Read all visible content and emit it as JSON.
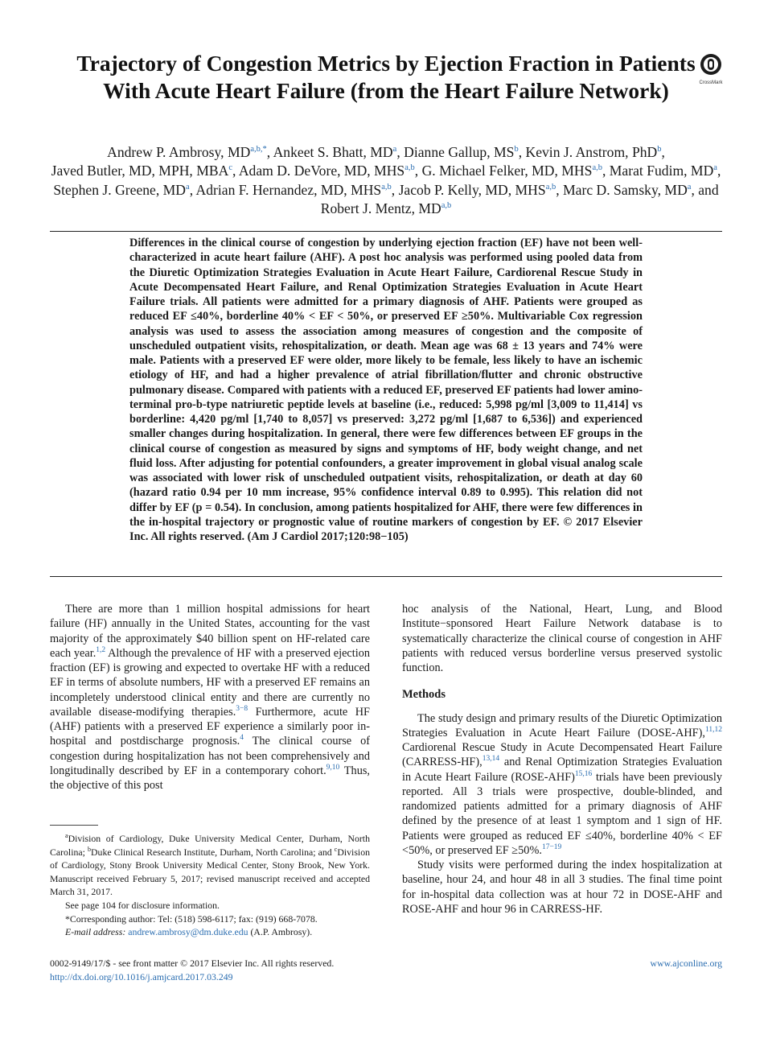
{
  "title": "Trajectory of Congestion Metrics by Ejection Fraction in Patients With Acute Heart Failure (from the Heart Failure Network)",
  "crossmark_label": "CrossMark",
  "authors": [
    {
      "name": "Andrew P. Ambrosy, MD",
      "aff": "a,b,*"
    },
    {
      "name": "Ankeet S. Bhatt, MD",
      "aff": "a"
    },
    {
      "name": "Dianne Gallup, MS",
      "aff": "b"
    },
    {
      "name": "Kevin J. Anstrom, PhD",
      "aff": "b"
    },
    {
      "name": "Javed Butler, MD, MPH, MBA",
      "aff": "c"
    },
    {
      "name": "Adam D. DeVore, MD, MHS",
      "aff": "a,b"
    },
    {
      "name": "G. Michael Felker, MD, MHS",
      "aff": "a,b"
    },
    {
      "name": "Marat Fudim, MD",
      "aff": "a"
    },
    {
      "name": "Stephen J. Greene, MD",
      "aff": "a"
    },
    {
      "name": "Adrian F. Hernandez, MD, MHS",
      "aff": "a,b"
    },
    {
      "name": "Jacob P. Kelly, MD, MHS",
      "aff": "a,b"
    },
    {
      "name": "Marc D. Samsky, MD",
      "aff": "a"
    },
    {
      "name": "Robert J. Mentz, MD",
      "aff": "a,b"
    }
  ],
  "author_sep": ", ",
  "author_and": ", and ",
  "abstract": "Differences in the clinical course of congestion by underlying ejection fraction (EF) have not been well-characterized in acute heart failure (AHF). A post hoc analysis was performed using pooled data from the Diuretic Optimization Strategies Evaluation in Acute Heart Failure, Cardiorenal Rescue Study in Acute Decompensated Heart Failure, and Renal Optimization Strategies Evaluation in Acute Heart Failure trials. All patients were admitted for a primary diagnosis of AHF. Patients were grouped as reduced EF ≤40%, borderline 40% < EF < 50%, or preserved EF ≥50%. Multivariable Cox regression analysis was used to assess the association among measures of congestion and the composite of unscheduled outpatient visits, rehospitalization, or death. Mean age was 68 ± 13 years and 74% were male. Patients with a preserved EF were older, more likely to be female, less likely to have an ischemic etiology of HF, and had a higher prevalence of atrial fibrillation/flutter and chronic obstructive pulmonary disease. Compared with patients with a reduced EF, preserved EF patients had lower amino-terminal pro-b-type natriuretic peptide levels at baseline (i.e., reduced: 5,998 pg/ml [3,009 to 11,414] vs borderline: 4,420 pg/ml [1,740 to 8,057] vs preserved: 3,272 pg/ml [1,687 to 6,536]) and experienced smaller changes during hospitalization. In general, there were few differences between EF groups in the clinical course of congestion as measured by signs and symptoms of HF, body weight change, and net fluid loss. After adjusting for potential confounders, a greater improvement in global visual analog scale was associated with lower risk of unscheduled outpatient visits, rehospitalization, or death at day 60 (hazard ratio 0.94 per 10 mm increase, 95% confidence interval 0.89 to 0.995). This relation did not differ by EF (p = 0.54). In conclusion, among patients hospitalized for AHF, there were few differences in the in-hospital trajectory or prognostic value of routine markers of congestion by EF. © 2017 Elsevier Inc. All rights reserved. (Am J Cardiol 2017;120:98−105)",
  "left_col": {
    "p1_a": "There are more than 1 million hospital admissions for heart failure (HF) annually in the United States, accounting for the vast majority of the approximately $40 billion spent on HF-related care each year.",
    "ref1": "1,2",
    "p1_b": " Although the prevalence of HF with a preserved ejection fraction (EF) is growing and expected to overtake HF with a reduced EF in terms of absolute numbers, HF with a preserved EF remains an incompletely understood clinical entity and there are currently no available disease-modifying therapies.",
    "ref2": "3−8",
    "p1_c": " Furthermore, acute HF (AHF) patients with a preserved EF experience a similarly poor in-hospital and postdischarge prognosis.",
    "ref3": "4",
    "p1_d": " The clinical course of congestion during hospitalization has not been comprehensively and longitudinally described by EF in a contemporary cohort.",
    "ref4": "9,10",
    "p1_e": " Thus, the objective of this post"
  },
  "footnotes": {
    "aff_a_sup": "a",
    "aff_a": "Division of Cardiology, Duke University Medical Center, Durham, North Carolina; ",
    "aff_b_sup": "b",
    "aff_b": "Duke Clinical Research Institute, Durham, North Carolina; and ",
    "aff_c_sup": "c",
    "aff_c": "Division of Cardiology, Stony Brook University Medical Center, Stony Brook, New York. Manuscript received February 5, 2017; revised manuscript received and accepted March 31, 2017.",
    "disclosure": "See page 104 for disclosure information.",
    "corresponding": "*Corresponding author: Tel: (518) 598-6117; fax: (919) 668-7078.",
    "email_label": "E-mail address:",
    "email": "andrew.ambrosy@dm.duke.edu",
    "email_suffix": " (A.P. Ambrosy)."
  },
  "right_col": {
    "p0": "hoc analysis of the National, Heart, Lung, and Blood Institute−sponsored Heart Failure Network database is to systematically characterize the clinical course of congestion in AHF patients with reduced versus borderline versus preserved systolic function.",
    "methods_heading": "Methods",
    "p1_a": "The study design and primary results of the Diuretic Optimization Strategies Evaluation in Acute Heart Failure (DOSE-AHF),",
    "ref1": "11,12",
    "p1_b": " Cardiorenal Rescue Study in Acute Decompensated Heart Failure (CARRESS-HF),",
    "ref2": "13,14",
    "p1_c": " and Renal Optimization Strategies Evaluation in Acute Heart Failure (ROSE-AHF)",
    "ref3": "15,16",
    "p1_d": " trials have been previously reported. All 3 trials were prospective, double-blinded, and randomized patients admitted for a primary diagnosis of AHF defined by the presence of at least 1 symptom and 1 sign of HF. Patients were grouped as reduced EF ≤40%, borderline 40% < EF <50%, or preserved EF ≥50%.",
    "ref4": "17−19",
    "p2": "Study visits were performed during the index hospitalization at baseline, hour 24, and hour 48 in all 3 studies. The final time point for in-hospital data collection was at hour 72 in DOSE-AHF and ROSE-AHF and hour 96 in CARRESS-HF."
  },
  "footer": {
    "issn": "0002-9149/17/$ - see front matter © 2017 Elsevier Inc. All rights reserved.",
    "doi": "http://dx.doi.org/10.1016/j.amjcard.2017.03.249",
    "website": "www.ajconline.org"
  }
}
